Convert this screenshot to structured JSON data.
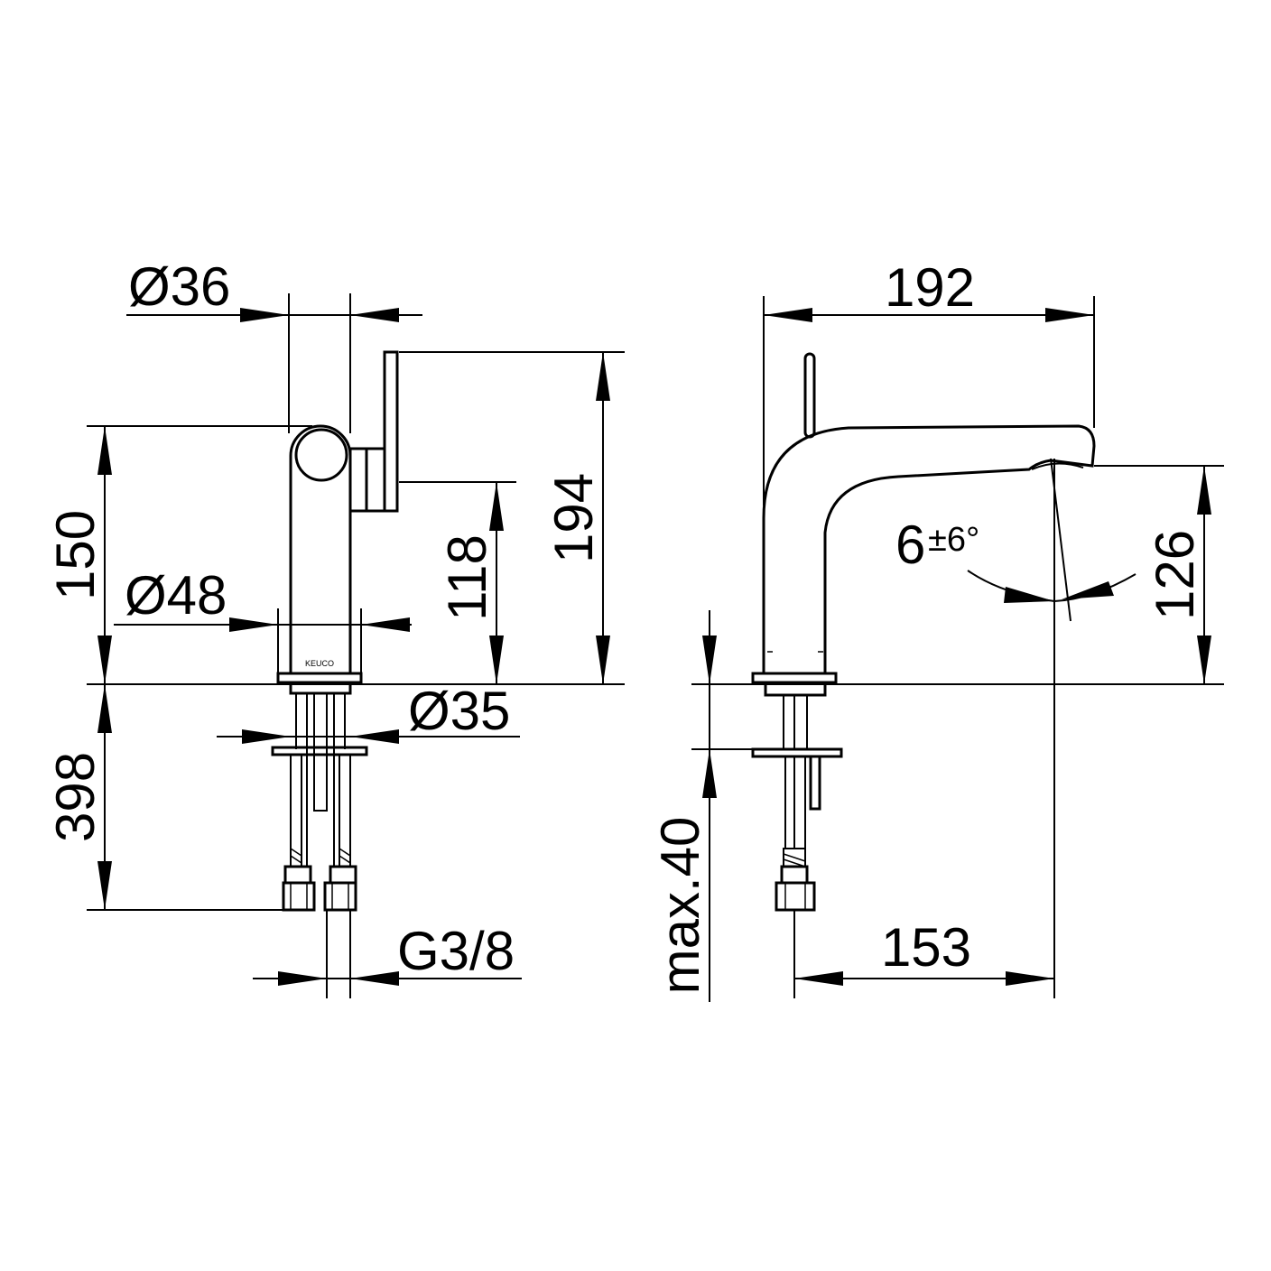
{
  "front_view": {
    "dim_d36": "Ø36",
    "dim_194": "194",
    "dim_150": "150",
    "dim_118": "118",
    "dim_d48": "Ø48",
    "dim_d35": "Ø35",
    "dim_398": "398",
    "dim_g38": "G3/8",
    "logo": "KEUCO"
  },
  "side_view": {
    "dim_192": "192",
    "dim_126": "126",
    "angle_base": "6",
    "angle_tol": "±6°",
    "dim_max40": "max.40",
    "dim_153": "153"
  },
  "colors": {
    "line": "#000000",
    "background": "#ffffff"
  }
}
